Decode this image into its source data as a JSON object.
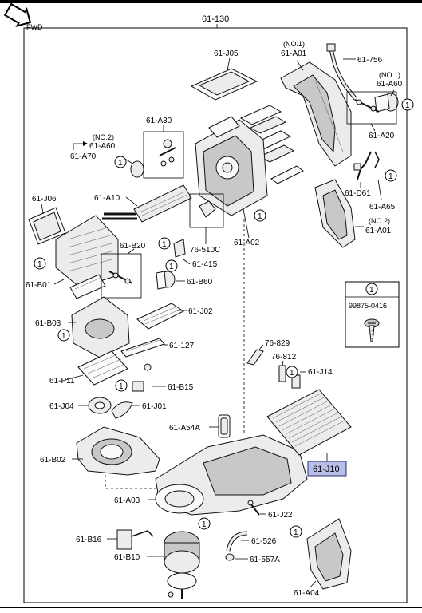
{
  "header": {
    "fwd_label": "FWD",
    "main_assembly": "61-130"
  },
  "callouts": {
    "j05": "61-J05",
    "a01_no1_tag": "(NO.1)",
    "a01_no1": "61-A01",
    "p756": "61-756",
    "a60_no1_tag": "(NO.1)",
    "a60_no1": "61-A60",
    "a30": "61-A30",
    "a60_no2_tag": "(NO.2)",
    "a60_no2": "61-A60",
    "a70": "61-A70",
    "a20": "61-A20",
    "j06": "61-J06",
    "a10": "61-A10",
    "d61": "61-D61",
    "a65": "61-A65",
    "a02": "61-A02",
    "a01_no2_tag": "(NO.2)",
    "a01_no2": "61-A01",
    "b20": "61-B20",
    "p510c": "76-510C",
    "p415": "61-415",
    "b01": "61-B01",
    "b60": "61-B60",
    "b03": "61-B03",
    "j02": "61-J02",
    "p127": "61-127",
    "p829": "76-829",
    "p812": "76-812",
    "j14": "61-J14",
    "p11": "61-P11",
    "b15": "61-B15",
    "j04": "61-J04",
    "j01": "61-J01",
    "a54a": "61-A54A",
    "b02": "61-B02",
    "j10": "61-J10",
    "a03": "61-A03",
    "j22": "61-J22",
    "b16": "61-B16",
    "p526": "61-526",
    "b10": "61-B10",
    "p557a": "61-557A",
    "a04": "61-A04"
  },
  "inset": {
    "marker": "1",
    "part_number": "99875-0416"
  },
  "markers": {
    "circle": "1"
  },
  "highlight": {
    "part": "61-J10",
    "color": "#b8bfe6"
  }
}
